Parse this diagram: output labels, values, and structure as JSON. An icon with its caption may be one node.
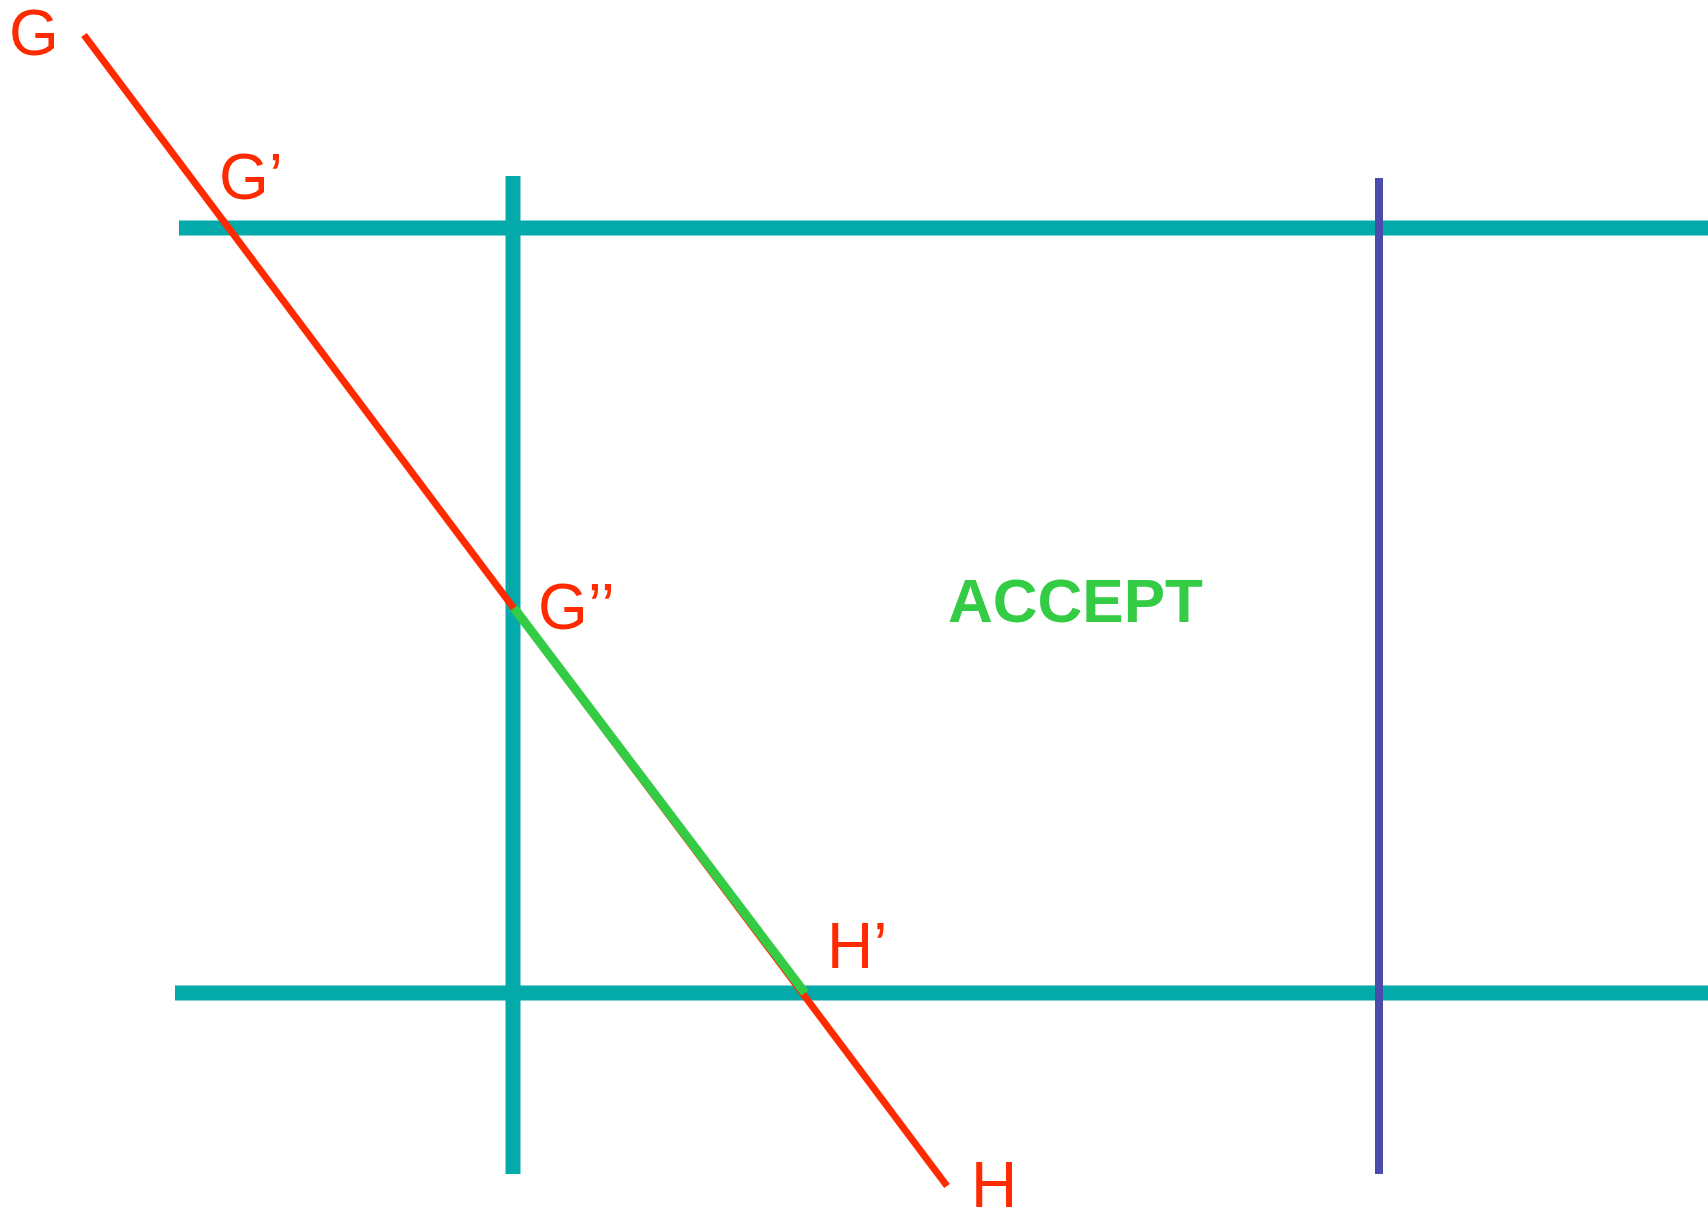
{
  "diagram": {
    "labels": [
      "G",
      "G’",
      "G’’",
      "ACCEPT",
      "H’",
      "H"
    ]
  }
}
